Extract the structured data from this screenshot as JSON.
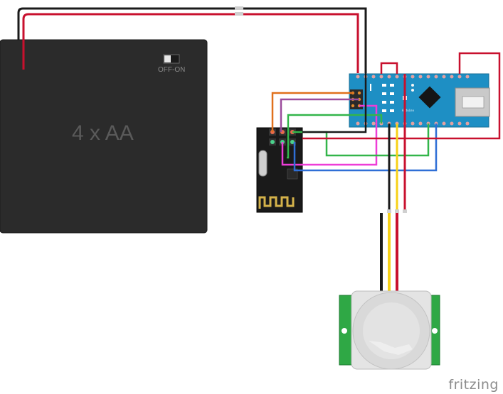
{
  "battery": {
    "label": "4 x AA",
    "switch_label": "OFF-ON"
  },
  "arduino": {
    "board_text": "Arduino"
  },
  "watermark": {
    "text": "fritzing"
  },
  "colors": {
    "wire_red": "#c8102e",
    "wire_black": "#1a1a1a",
    "wire_orange": "#e0701c",
    "wire_purple": "#9b4c9c",
    "wire_green": "#33b54a",
    "wire_magenta": "#ee3dd7",
    "wire_blue": "#2f6fd6",
    "wire_yellow": "#f7d117",
    "board_blue": "#1e8fc4",
    "battery_body": "#2b2b2b",
    "pir_green": "#2fa845",
    "rf_module_black": "#1a1a1a"
  }
}
